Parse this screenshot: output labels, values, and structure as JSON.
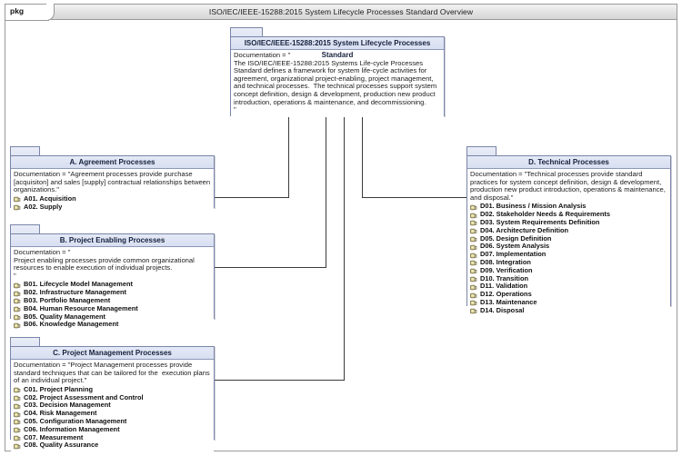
{
  "frame": {
    "tab_label": "pkg",
    "title": "ISO/IEC/IEEE-15288:2015 System Lifecycle Processes Standard Overview"
  },
  "packages": {
    "root": {
      "name": "ISO/IEC/IEEE-15288:2015 System Lifecycle Processes Standard",
      "documentation": "Documentation = \"\nThe ISO/IEC/IEEE-15288:2015 Systems Life-cycle Processes Standard defines a framework for system life-cycle activities for agreement, organizational project-enabling, project management, and technical processes.  The technical processes support system concept definition, design & development, production new product introduction, operations & maintenance, and decommissioning.\n\"",
      "items": []
    },
    "a": {
      "name": "A. Agreement Processes",
      "documentation": "Documentation = \"Agreement processes provide purchase [acquisiton] and sales [supply] contractual relationships between organizations.\"",
      "items": [
        "A01. Acquisition",
        "A02. Supply"
      ]
    },
    "b": {
      "name": "B. Project Enabling Processes",
      "documentation": "Documentation = \"\nProject enabling processes provide common organizational resources to enable execution of individual projects.\n\"",
      "items": [
        "B01. Lifecycle Model Management",
        "B02. Infrastructure Management",
        "B03. Portfolio Management",
        "B04. Human Resource Management",
        "B05. Quality Management",
        "B06. Knowledge Management"
      ]
    },
    "c": {
      "name": "C. Project Management Processes",
      "documentation": "Documentation = \"Project Management processes provide standard techniques that can be tailored for the  execution plans of an individual project.\"",
      "items": [
        "C01. Project Planning",
        "C02. Project Assessment and Control",
        "C03. Decision Management",
        "C04. Risk Management",
        "C05. Configuration Management",
        "C06. Information Management",
        "C07. Measurement",
        "C08. Quality Assurance"
      ]
    },
    "d": {
      "name": "D. Technical Processes",
      "documentation": "Documentation = \"Technical processes provide standard practices for system concept definition, design & development, production new product introduction, operations & maintenance, and disposal.\"",
      "items": [
        "D01. Business / Mission Analysis",
        "D02. Stakeholder Needs & Requirements",
        "D03. System Requirements Definition",
        "D04. Architecture Definition",
        "D05. Design Definition",
        "D06. System Analysis",
        "D07. Implementation",
        "D08. Integration",
        "D09. Verification",
        "D10. Transition",
        "D11. Validation",
        "D12. Operations",
        "D13. Maintenance",
        "D14. Disposal"
      ]
    }
  },
  "icons": {
    "process": "process-icon"
  },
  "colors": {
    "package_header": "#d8dff1",
    "package_border": "#7a85a8",
    "connector": "#3b3b3b",
    "frame_border": "#9a9a9a"
  }
}
